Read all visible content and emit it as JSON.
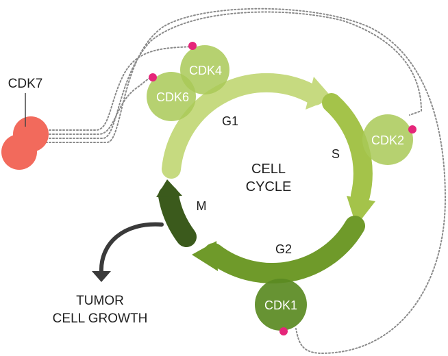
{
  "center": {
    "line1": "CELL",
    "line2": "CYCLE"
  },
  "phases": {
    "g1": "G1",
    "s": "S",
    "g2": "G2",
    "m": "M"
  },
  "kinases": {
    "cdk7": "CDK7",
    "cdk4": "CDK4",
    "cdk6": "CDK6",
    "cdk2": "CDK2",
    "cdk1": "CDK1"
  },
  "outcome": {
    "line1": "TUMOR",
    "line2": "CELL GROWTH"
  },
  "colors": {
    "g1_arrow": "#c6da80",
    "s_arrow": "#a4c34a",
    "g2_arrow": "#6f9a2a",
    "m_arrow": "#3b5a1c",
    "cdk7": "#f26a5c",
    "cdk_light": "#a9c957",
    "cdk1": "#5a8a22",
    "phospho_dot": "#e5267a",
    "growth_arrow": "#3a3a3a",
    "dotted_line": "#8a8a8a"
  }
}
